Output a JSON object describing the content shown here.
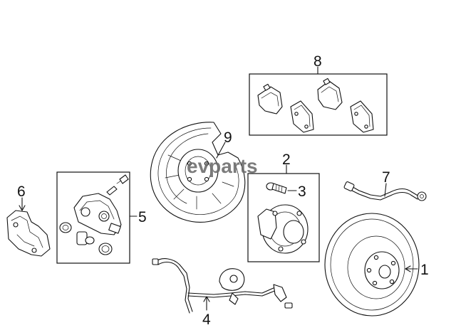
{
  "watermark": "evparts",
  "callouts": {
    "c1": "1",
    "c2": "2",
    "c3": "3",
    "c4": "4",
    "c5": "5",
    "c6": "6",
    "c7": "7",
    "c8": "8",
    "c9": "9"
  }
}
